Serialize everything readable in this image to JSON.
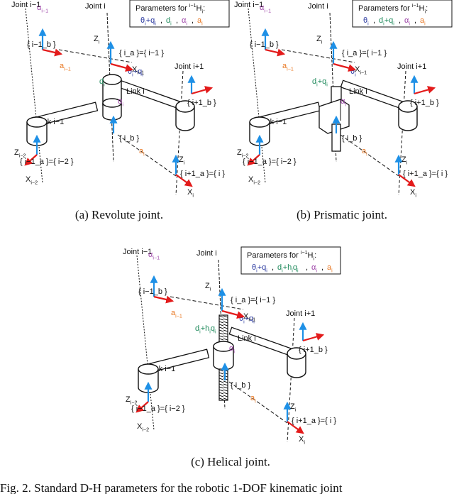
{
  "colors": {
    "z_axis": "#1e90e6",
    "x_axis": "#e31b1b",
    "theta": "#2b3aa0",
    "d": "#1f8a5c",
    "alpha": "#9b3fa6",
    "a": "#e87722",
    "text": "#111111"
  },
  "panels": [
    {
      "id": "a",
      "caption": "(a)  Revolute joint.",
      "joint_im1": "Joint  i−1",
      "joint_i": "Joint  i",
      "joint_ip1": "Joint  i+1",
      "params_title": "Parameters for",
      "params_sup": "i−1",
      "params_H": "H",
      "params_Hsub": "i",
      "params_colon": ":",
      "params": [
        {
          "main": "θ",
          "sub": "i",
          "extra": "+q",
          "extra_sub": "i",
          "color": "#2b3aa0"
        },
        {
          "main": "d",
          "sub": "i",
          "extra": "",
          "extra_sub": "",
          "color": "#1f8a5c"
        },
        {
          "main": "α",
          "sub": "i",
          "extra": "",
          "extra_sub": "",
          "color": "#9b3fa6"
        },
        {
          "main": "a",
          "sub": "i",
          "extra": "",
          "extra_sub": "",
          "color": "#e87722"
        }
      ],
      "d_label": {
        "main": "d",
        "sub": "i"
      },
      "theta_label": {
        "main": "θ",
        "sub": "i",
        "extra": "+q",
        "extra_sub": "i"
      },
      "link_im1": "Link  i−1",
      "link_i": "Link  i",
      "frame_im1_b": "{ i−1_b }",
      "frame_i_a": "{ i_a }={ i−1 }",
      "frame_i_b": "{ i_b }",
      "frame_im1_a": "{ i−1_a }={ i−2 }",
      "frame_ip1_b": "{ i+1_b }",
      "frame_ip1_a": "{ i+1_a }={ i }"
    },
    {
      "id": "b",
      "caption": "(b)  Prismatic joint.",
      "joint_im1": "Joint  i−1",
      "joint_i": "Joint  i",
      "joint_ip1": "Joint  i+1",
      "params_title": "Parameters for",
      "params_sup": "i−1",
      "params_H": "H",
      "params_Hsub": "i",
      "params_colon": ":",
      "params": [
        {
          "main": "θ",
          "sub": "i",
          "extra": "",
          "extra_sub": "",
          "color": "#2b3aa0"
        },
        {
          "main": "d",
          "sub": "i",
          "extra": "+q",
          "extra_sub": "i",
          "color": "#1f8a5c"
        },
        {
          "main": "α",
          "sub": "i",
          "extra": "",
          "extra_sub": "",
          "color": "#9b3fa6"
        },
        {
          "main": "a",
          "sub": "i",
          "extra": "",
          "extra_sub": "",
          "color": "#e87722"
        }
      ],
      "d_label": {
        "main": "d",
        "sub": "i",
        "extra": "+q",
        "extra_sub": "i"
      },
      "theta_label": {
        "main": "θ",
        "sub": "i",
        "extra": "",
        "extra_sub": ""
      },
      "link_im1": "Link  i−1",
      "link_i": "Link  i",
      "frame_im1_b": "{ i−1_b }",
      "frame_i_a": "{ i_a }={ i−1 }",
      "frame_i_b": "{ i_b }",
      "frame_im1_a": "{ i−1_a }={ i−2 }",
      "frame_ip1_b": "{ i+1_b }",
      "frame_ip1_a": "{ i+1_a }={ i }"
    },
    {
      "id": "c",
      "caption": "(c)  Helical joint.",
      "joint_im1": "Joint  i−1",
      "joint_i": "Joint  i",
      "joint_ip1": "Joint  i+1",
      "params_title": "Parameters for",
      "params_sup": "i−1",
      "params_H": "H",
      "params_Hsub": "i",
      "params_colon": ":",
      "params": [
        {
          "main": "θ",
          "sub": "i",
          "extra": "+q",
          "extra_sub": "i",
          "color": "#2b3aa0"
        },
        {
          "main": "d",
          "sub": "i",
          "extra": "+h",
          "extra_sub": "i",
          "extra2": "q",
          "extra2_sub": "i",
          "color": "#1f8a5c"
        },
        {
          "main": "α",
          "sub": "i",
          "extra": "",
          "extra_sub": "",
          "color": "#9b3fa6"
        },
        {
          "main": "a",
          "sub": "i",
          "extra": "",
          "extra_sub": "",
          "color": "#e87722"
        }
      ],
      "d_label": {
        "main": "d",
        "sub": "i",
        "extra": "+h",
        "extra_sub": "i",
        "extra2": "q",
        "extra2_sub": "i"
      },
      "theta_label": {
        "main": "θ",
        "sub": "i",
        "extra": "+q",
        "extra_sub": "i"
      },
      "link_im1": "Link  i−1",
      "link_i": "Link  i",
      "frame_im1_b": "{ i−1_b }",
      "frame_i_a": "{ i_a }={ i−1 }",
      "frame_i_b": "{ i_b }",
      "frame_im1_a": "{ i−1_a }={ i−2 }",
      "frame_ip1_b": "{ i+1_b }",
      "frame_ip1_a": "{ i+1_a }={ i }"
    }
  ],
  "axis_labels": {
    "Z": "Z",
    "X": "X",
    "alpha_prev": {
      "main": "α",
      "sub": "i−1"
    },
    "a_prev": {
      "main": "a",
      "sub": "i−1"
    },
    "a_cur": {
      "main": "a",
      "sub": "i"
    },
    "alpha_cur": {
      "main": "α",
      "sub": "i"
    },
    "sub_i": "i",
    "sub_im1": "i−1",
    "sub_im2": "i−2"
  },
  "figure_caption": "Fig. 2.  Standard D-H parameters for the robotic 1-DOF kinematic joint"
}
